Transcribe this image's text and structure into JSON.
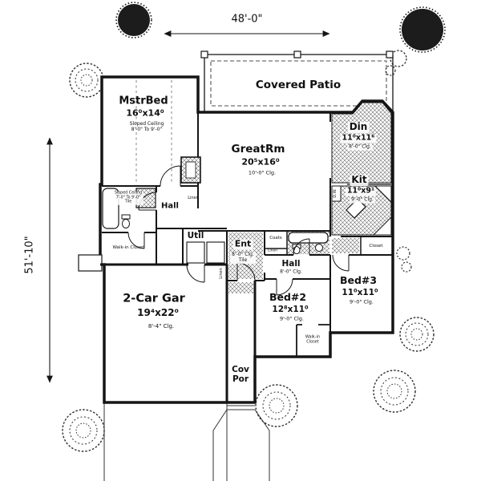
{
  "page": {
    "type": "house-floor-plan"
  },
  "colors": {
    "ink": "#151515",
    "hatch": "#6b6b6b",
    "paper": "#ffffff"
  },
  "dimensions": {
    "top": "48'-0\"",
    "left": "51'-10\""
  },
  "patio": {
    "label": "Covered Patio"
  },
  "rooms": {
    "mstrbed": {
      "name": "MstrBed",
      "size": "16⁰x14⁰",
      "note": "Sloped Ceiling\n8'-0\" To 9'-0\""
    },
    "greatrm": {
      "name": "GreatRm",
      "size": "20⁵x16⁰",
      "ceiling": "10'-0\" Clg."
    },
    "din": {
      "name": "Din",
      "size": "11⁰x11⁶",
      "ceiling": "8'-0\" Clg."
    },
    "kit": {
      "name": "Kit",
      "size": "11⁰x9¹",
      "ceiling": "9'-0\" Clg."
    },
    "hall_upper": {
      "name": "Hall"
    },
    "util": {
      "name": "Util"
    },
    "ent": {
      "name": "Ent",
      "note": "8'-0\" Clg.\nTile"
    },
    "hall_lower": {
      "name": "Hall",
      "ceiling": "8'-0\" Clg."
    },
    "bed2": {
      "name": "Bed#2",
      "size": "12⁸x11⁰",
      "ceiling": "9'-0\" Clg."
    },
    "bed3": {
      "name": "Bed#3",
      "size": "11⁰x11⁰",
      "ceiling": "9'-0\" Clg."
    },
    "garage": {
      "name": "2-Car Gar",
      "size": "19⁴x22⁰",
      "ceiling": "8'-4\" Clg."
    },
    "cov_por": {
      "name": "Cov\nPor"
    },
    "mstr_bath": {
      "note": "Sloped Ceiling\n7'-0\" To 9'-0\"\nTile"
    }
  },
  "closets": {
    "wic_master": "Walk-in Closet",
    "wic_bed2": "Walk-in\nCloset",
    "closet_bed3": "Closet",
    "coats": "Coats",
    "linen_hall_upper": "Linen",
    "linen_util": "Linen",
    "linen_hall_lower": "Linen"
  },
  "appliances": {
    "dishwasher": "D.W."
  }
}
